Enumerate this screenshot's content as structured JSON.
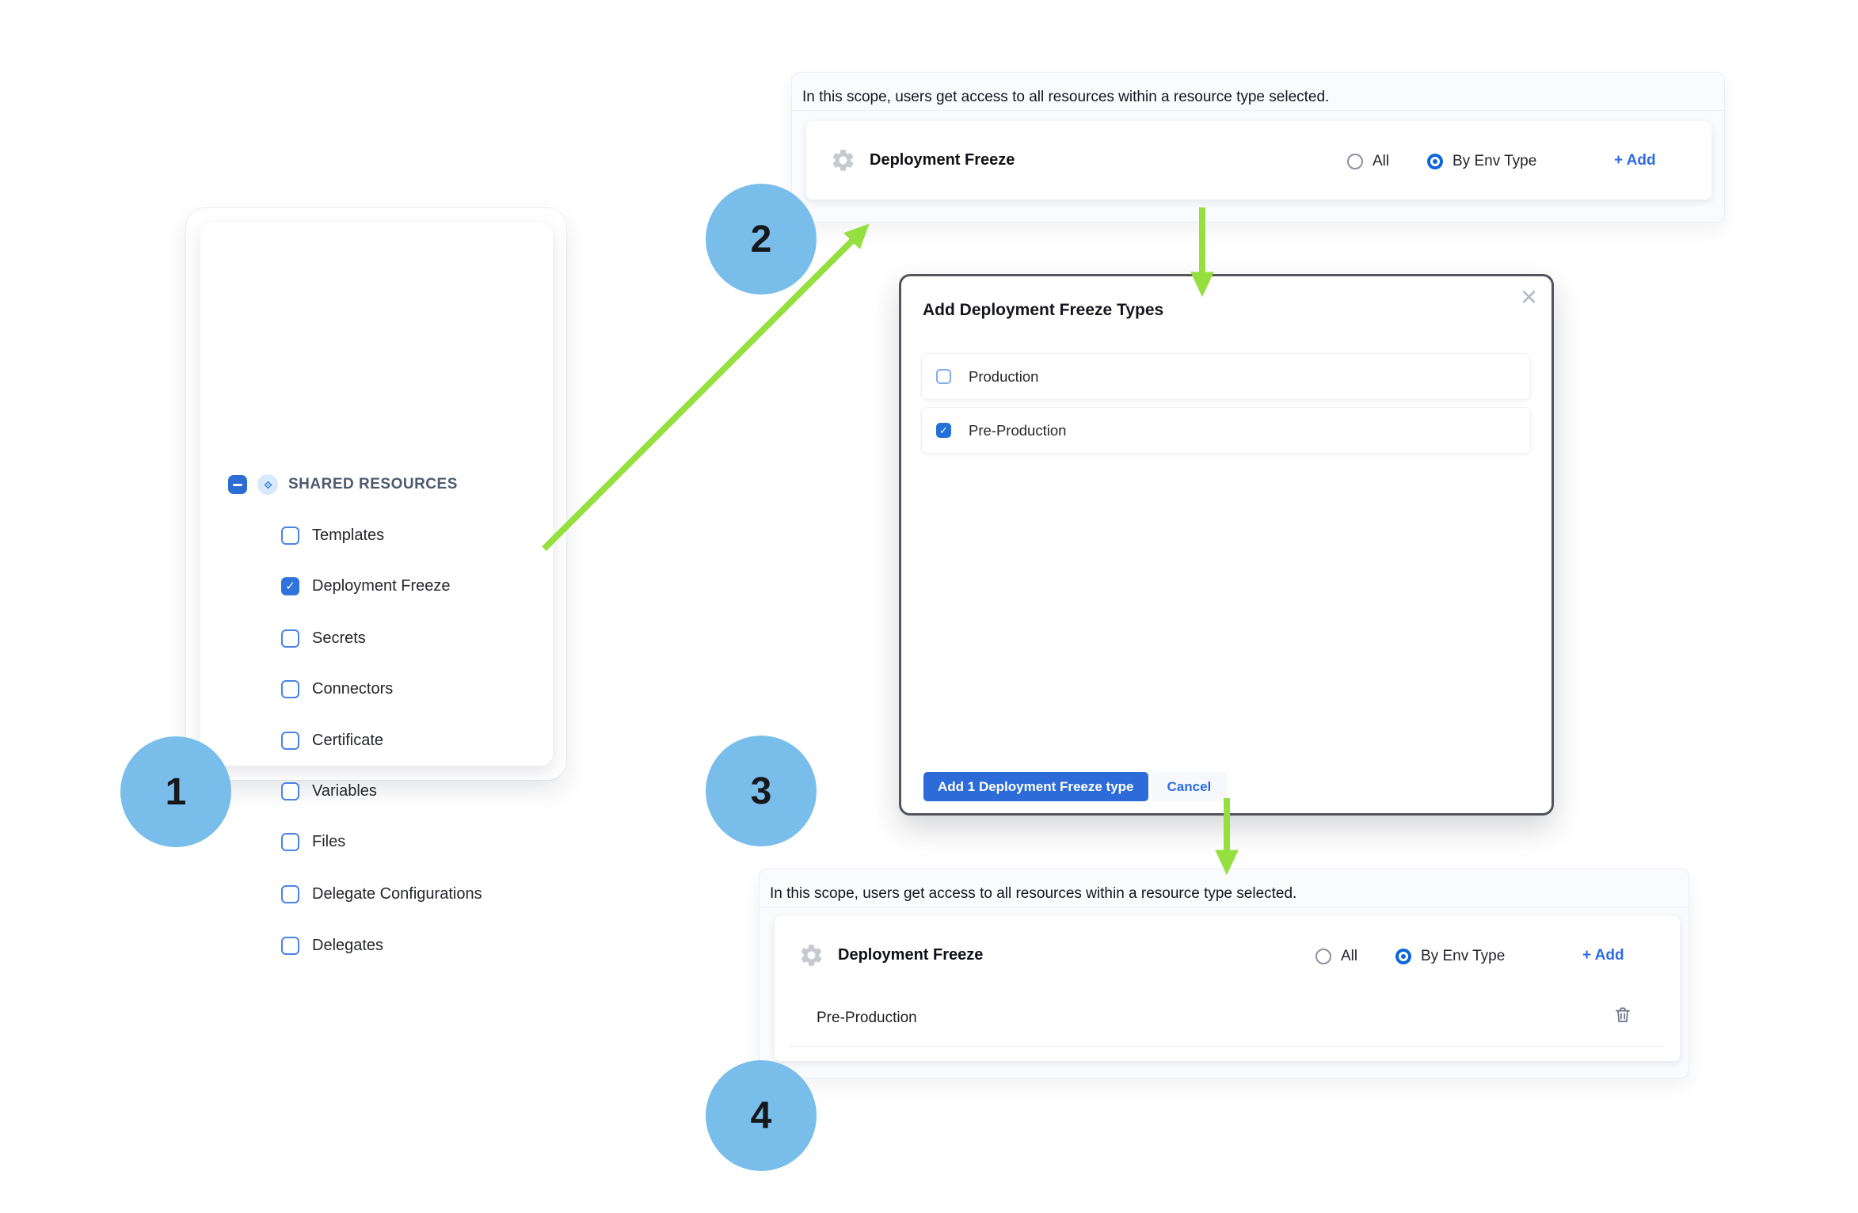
{
  "steps": {
    "one": "1",
    "two": "2",
    "three": "3",
    "four": "4"
  },
  "sidebar": {
    "group_label": "SHARED RESOURCES",
    "items": [
      {
        "label": "Templates",
        "checked": false
      },
      {
        "label": "Deployment Freeze",
        "checked": true
      },
      {
        "label": "Secrets",
        "checked": false
      },
      {
        "label": "Connectors",
        "checked": false
      },
      {
        "label": "Certificate",
        "checked": false
      },
      {
        "label": "Variables",
        "checked": false
      },
      {
        "label": "Files",
        "checked": false
      },
      {
        "label": "Delegate Configurations",
        "checked": false
      },
      {
        "label": "Delegates",
        "checked": false
      }
    ]
  },
  "scope_top": {
    "description": "In this scope, users get access to all resources within a resource type selected.",
    "resource_label": "Deployment Freeze",
    "radio_all": "All",
    "radio_by_env": "By Env Type",
    "selected_option": "By Env Type",
    "add_label": "+ Add"
  },
  "modal": {
    "title": "Add Deployment Freeze Types",
    "close_glyph": "×",
    "options": [
      {
        "label": "Production",
        "checked": false
      },
      {
        "label": "Pre-Production",
        "checked": true
      }
    ],
    "primary_label": "Add 1 Deployment Freeze type",
    "cancel_label": "Cancel"
  },
  "scope_bottom": {
    "description": "In this scope, users get access to all resources within a resource type selected.",
    "resource_label": "Deployment Freeze",
    "radio_all": "All",
    "radio_by_env": "By Env Type",
    "selected_option": "By Env Type",
    "add_label": "+ Add",
    "selected_types": [
      "Pre-Production"
    ]
  },
  "colors": {
    "accent_blue": "#2d6cd8",
    "link_blue": "#2e6be4",
    "checkbox_blue": "#2e74da",
    "arrow_green": "#95df3f",
    "step_badge_blue": "#79beea"
  }
}
